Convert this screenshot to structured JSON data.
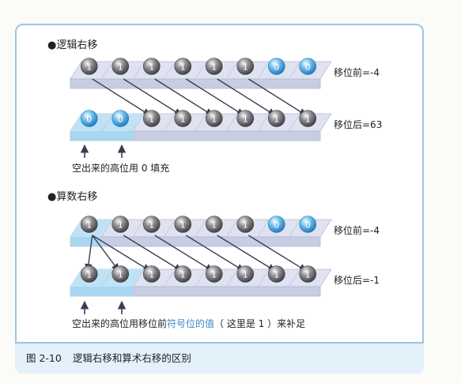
{
  "diagram": {
    "logical": {
      "heading": "●逻辑右移",
      "before_label": "移位前=-4",
      "after_label": "移位后=63",
      "before_bits": [
        "1",
        "1",
        "1",
        "1",
        "1",
        "1",
        "0",
        "0"
      ],
      "after_bits": [
        "0",
        "0",
        "1",
        "1",
        "1",
        "1",
        "1",
        "1"
      ],
      "note": "空出来的高位用 0 填充"
    },
    "arithmetic": {
      "heading": "●算数右移",
      "before_label": "移位前=-4",
      "after_label": "移位后=-1",
      "before_bits": [
        "1",
        "1",
        "1",
        "1",
        "1",
        "1",
        "0",
        "0"
      ],
      "after_bits": [
        "1",
        "1",
        "1",
        "1",
        "1",
        "1",
        "1",
        "1"
      ],
      "note_prefix": "空出来的高位用移位前",
      "note_highlight": "符号位的值",
      "note_suffix": "（ 这里是 1 ）来补足"
    },
    "caption": {
      "number": "图 2-10",
      "title": "逻辑右移和算术右移的区别"
    },
    "colors": {
      "panel_border": "#9cc6e2",
      "tray_top": "#dfe2f0",
      "tray_front": "#c8cde3",
      "tray_highlight_top": "#bfe2f6",
      "tray_highlight_front": "#a9d6f0",
      "bit_one": "#5e5e63",
      "bit_zero": "#3f9ad6",
      "arrow": "#3c3c55",
      "note_highlight": "#3f86c6"
    }
  }
}
